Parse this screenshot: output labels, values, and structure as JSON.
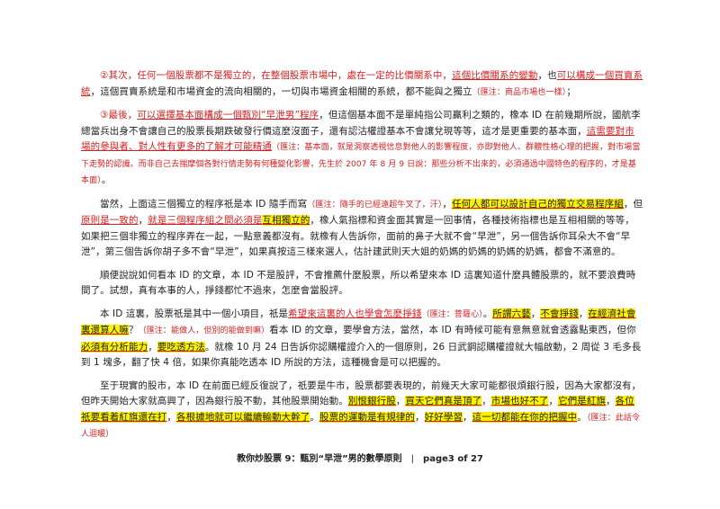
{
  "p1": {
    "a": "②其次，任何一個股票都不是獨立的，在整個股票市場中，處在一定的比價關系中，",
    "b": "這個比價關系的變動",
    "c": "，也",
    "d": "可以構成一個買賣系統",
    "e": "，這個買賣系統是和市場資金的流向相關的，一切與市場資金相關的系統，都不能與之獨立",
    "note": "（匯注：商品市場也一樣）",
    "end": "；"
  },
  "p2": {
    "a": "③最後，",
    "b": "可以選擇基本面構成一個甄別“早泄男”程序",
    "c": "，但這個基本面不是單純指公司贏利之類的，橡本 ID 在前幾期所說，國航李總當兵出身不會讓自己的股票長期跌破發行價這麼沒面子，還有認沽權證基本不會讓兌現等等，這才是更重要的基本面，",
    "d": "這需要對市場的參與者、對人性有更多的了解才可能精通",
    "note": "（匯注：基本面，就是洞察透視信息對他人的影響程度，亦即對他人、群體性格心理的把握，對市場當下走勢的認識。而非自己去揣摩個各對行情走勢有何種變化影響，先生於 2007 年 8 月 9 日說：那些分析不出來的，必須通過中國特色的程序的，才是基本面）",
    "end": "。"
  },
  "p3": {
    "a": "當然，上面這三個獨立的程序祇是本 ID 隨手而寫",
    "note": "（匯注：隨手的已經遠超牛叉了，汗）",
    "b": "，",
    "c": "任何人都可以設計自己的獨立交易程序組",
    "d": "，但",
    "e": "原則是一致的",
    "f": "，",
    "g": "就是三個程序組之間必須是",
    "h": "互相獨立的",
    "i": "，橡人氣指標和資金面其實是一回事情，各種技術指標也是互相相關的等等，如果把三個非獨立的程序弄在一起，一點意義都沒有。就橡有人告訴你，面前的鼻子大就不會“早泄”，另一個告訴你耳朵大不會“早泄”，第三個告訴你胡子多不會“早泄”，如果真按這三樣來選人，估計建武則天大姐的奶媽的奶媽的奶媽的奶媽，都會不滿意的。"
  },
  "p4": {
    "a": "順便說說如何看本 ID 的文章，本 ID 不是股評，不會推薦什麼股票，所以希望來本 ID 這裏知道什麼具體股票的，就不要浪費時間了。試想，真有本事的人，掙錢都忙不過來，怎麼會當股評。"
  },
  "p5": {
    "a": "本 ID 這裏，股票祇是其中一個小項目，祇是",
    "b": "希望來這裏的人也學會怎麼掙錢",
    "note1": "（匯注：菩薩心）",
    "c": "。",
    "d": "所謂六藝",
    "e": "，",
    "f": "不會掙錢",
    "g": "，",
    "h": "在經濟社會裏還算人嘛",
    "i": "？",
    "note2": "（匯注：能做人，但別的能做到嘛）",
    "j": "看本 ID 的文章，要學會方法，當然，本 ID 有時候可能有意無意就會透露點東西，但你",
    "k": "必須有分析能力",
    "l": "，",
    "m": "要吃透方法",
    "n": "。就橡 10 月 24 日告訴你認購權證介入的一個原則，26 日武鋼認購權證就大幅啟動，2 周從 3 毛多長到 1 塊多，翻了快 4 倍，如果你真能吃透本 ID 所說的方法，這種機會是可以把握的。"
  },
  "p6": {
    "a": "至于現實的股市，本 ID 在前面已經反復說了，祇要是牛市，股票都要表現的，前幾天大家可能都很煩銀行股，因為大家都沒有，但昨天開始大家就高興了，因為銀行股不動，其他股票開始動。",
    "b": "別恨銀行股",
    "c": "，",
    "d": "買天它們真是頂了",
    "e": "，",
    "f": "市場也好不了",
    "g": "，",
    "h": "它們是紅旗",
    "i": "，",
    "j": "各位祇要看着紅旗還在打",
    "k": "，",
    "l": "各根據地就可以繼續輸動大幹了",
    "m": "。",
    "n": "股票的運動是有規律的",
    "o": "，",
    "p": "好好學習",
    "q": "，",
    "r": "這一切都能在你的把握中",
    "s": "。",
    "note": "（匯注：此話令人迴暖）"
  },
  "footer": {
    "title": "教你炒股票 9：甄別“早泄”男的數學原則",
    "sep": "|",
    "page": "page3 of 27"
  },
  "colors": {
    "red": "#d42020",
    "highlight": "#fff200",
    "text": "#222222"
  }
}
